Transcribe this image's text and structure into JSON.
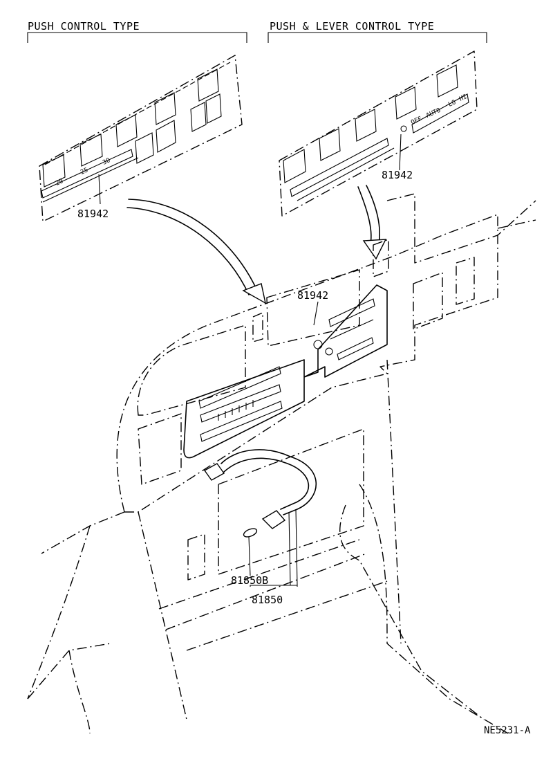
{
  "headers": {
    "push_control": "PUSH CONTROL TYPE",
    "push_lever_control": "PUSH & LEVER CONTROL TYPE"
  },
  "callouts": {
    "left_panel_part": "81942",
    "right_panel_part": "81942",
    "center_panel_part": "81942",
    "sensor_part_b": "81850B",
    "sensor_part": "81850"
  },
  "panel_labels": {
    "left_temps": [
      "20",
      "25",
      "30"
    ],
    "right_modes": [
      "OFF",
      "AUTO",
      "LO",
      "HI"
    ]
  },
  "figure_code": "NE5231-A"
}
